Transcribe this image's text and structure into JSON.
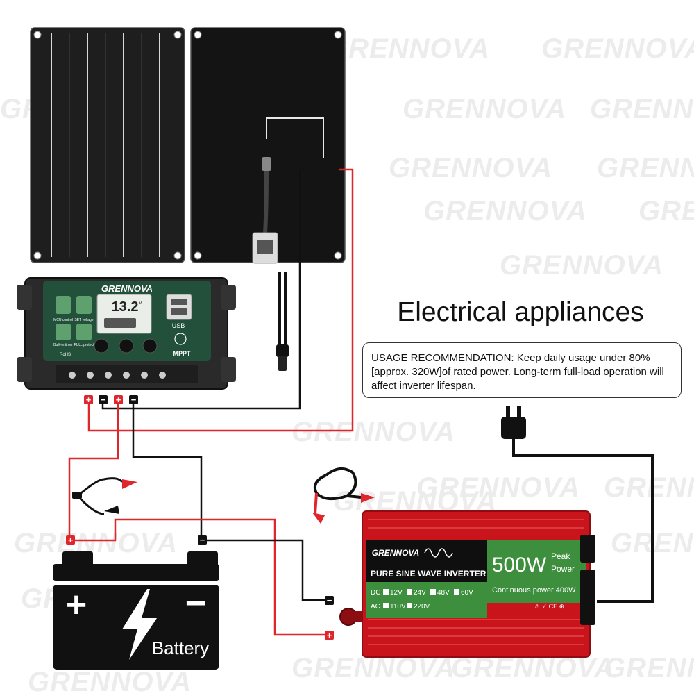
{
  "brand": {
    "name": "GRENNOVA",
    "watermark": "GRENNOVA"
  },
  "heading": "Electrical appliances",
  "usage_note": "USAGE RECOMMENDATION: Keep daily usage under 80% [approx. 320W]of rated power. Long-term full-load operation will affect inverter lifespan.",
  "controller": {
    "display_value": "13.2",
    "display_unit": "V",
    "btn_mcu": "MCU control",
    "btn_set": "SET voltage",
    "btn_timer": "Built-in timer",
    "btn_protect": "FULL protect",
    "usb_label": "USB",
    "mppt_label": "MPPT",
    "rohs_label": "RoHS"
  },
  "terminals": {
    "pos": "+",
    "neg": "−"
  },
  "battery": {
    "label": "Battery",
    "plus": "+",
    "minus": "−"
  },
  "inverter": {
    "product": "PURE SINE WAVE INVERTER",
    "power": "500W",
    "peak_line1": "Peak",
    "peak_line2": "Power",
    "continuous": "Continuous power 400W",
    "dc_label": "DC",
    "dc_options": [
      "12V",
      "24V",
      "48V",
      "60V"
    ],
    "ac_label": "AC",
    "ac_options": [
      "110V",
      "220V"
    ],
    "cert_marks": "⚠ ✓ CE ⊕"
  },
  "colors": {
    "wire_red": "#e0262b",
    "wire_black": "#111111",
    "inverter_red": "#c9141c",
    "controller_green": "#22503b",
    "panel_dark": "#1a1a1a"
  }
}
